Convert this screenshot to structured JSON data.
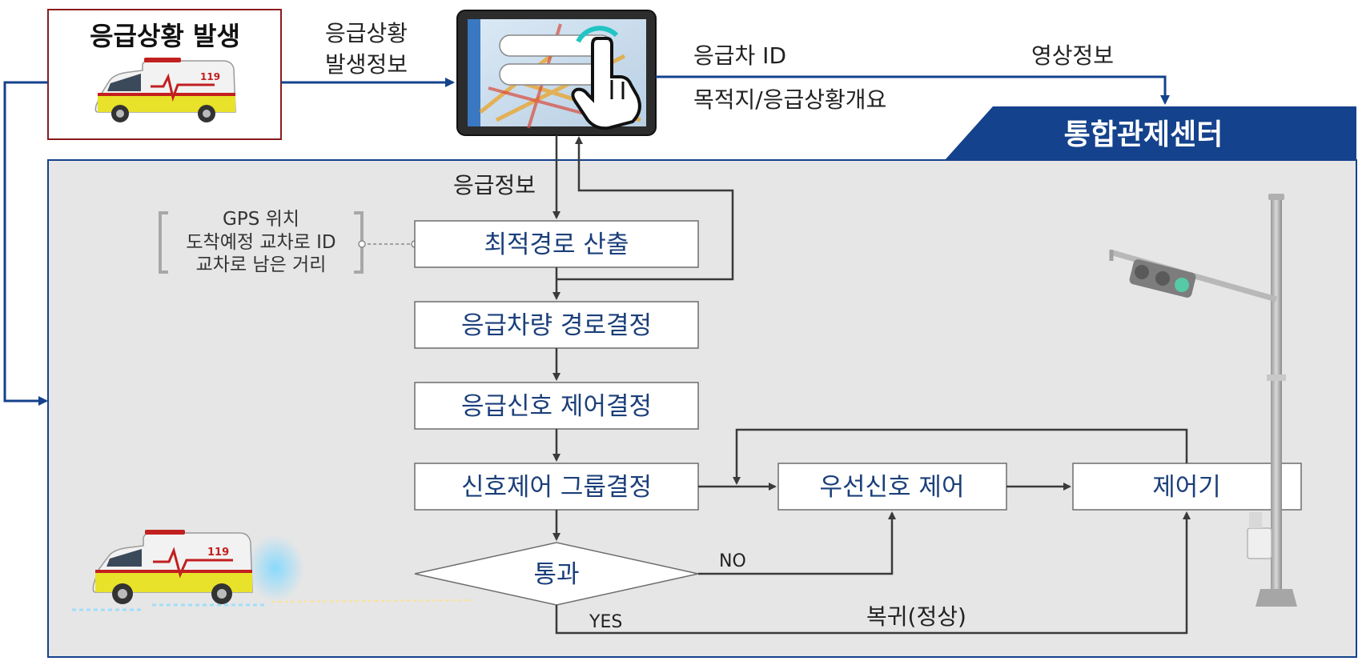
{
  "colors": {
    "accent_blue": "#14428c",
    "event_border": "#8a1c1c",
    "panel_bg": "#e6e6e6",
    "box_border": "#6d6d6d",
    "box_text": "#1b3f7a",
    "line_gray": "#3a3a3a"
  },
  "event": {
    "title": "응급상황 발생",
    "icon": "ambulance-icon"
  },
  "labels": {
    "occurrence_info_line1": "응급상황",
    "occurrence_info_line2": "발생정보",
    "vehicle_id": "응급차 ID",
    "destination": "목적지/응급상황개요",
    "video_info": "영상정보",
    "emergency_info": "응급정보",
    "return_normal": "복귀(정상)",
    "no": "NO",
    "yes": "YES"
  },
  "center": {
    "title": "통합관제센터"
  },
  "gps_info": {
    "line1": "GPS 위치",
    "line2": "도착예정 교차로 ID",
    "line3": "교차로 남은 거리"
  },
  "flow": {
    "optimal_route": "최적경로 산출",
    "route_decision": "응급차량 경로결정",
    "signal_decision": "응급신호 제어결정",
    "group_decision": "신호제어 그룹결정",
    "pass": "통과",
    "priority_signal": "우선신호 제어",
    "controller": "제어기"
  },
  "icons": {
    "tablet": "tablet-touch-icon",
    "traffic_light": "traffic-light-pole-icon",
    "ambulance_moving": "ambulance-moving-icon"
  }
}
